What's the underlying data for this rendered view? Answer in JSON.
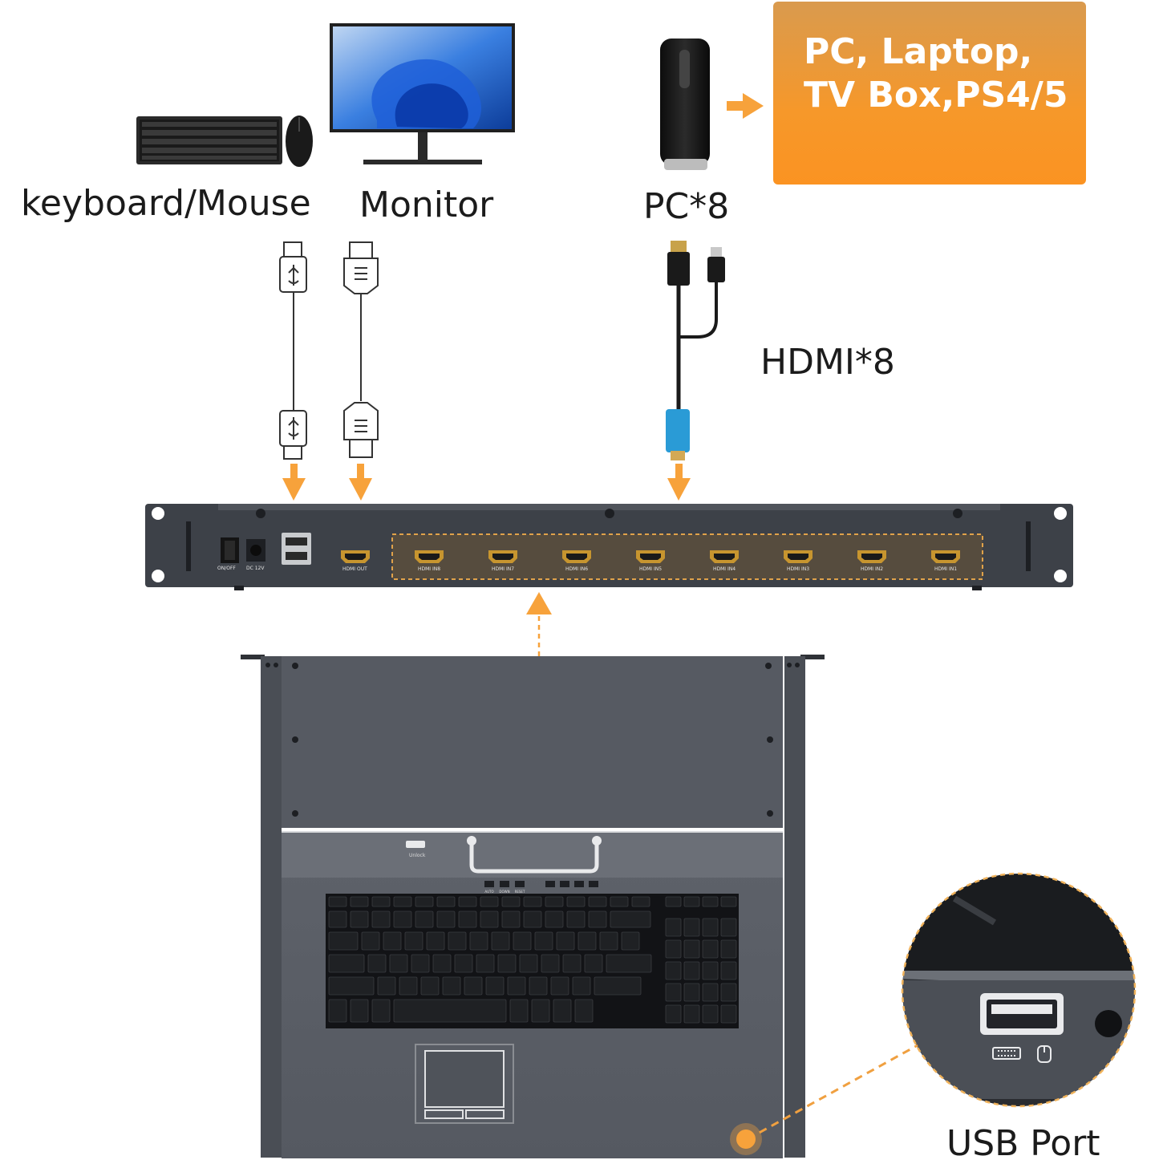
{
  "labels": {
    "keyboard_mouse": "keyboard/Mouse",
    "monitor": "Monitor",
    "pc": "PC*8",
    "hdmi": "HDMI*8",
    "usb_port": "USB Port"
  },
  "devices_box": {
    "line1": "PC, Laptop,",
    "line2": "TV Box,PS4/5"
  },
  "kvm_panel": {
    "power_label": "ON/OFF",
    "dc_label": "DC 12V",
    "hdmi_out_label": "HDMI OUT",
    "hdmi_inputs": [
      "HDMI IN8",
      "HDMI IN7",
      "HDMI IN6",
      "HDMI IN5",
      "HDMI IN4",
      "HDMI IN3",
      "HDMI IN2",
      "HDMI IN1"
    ]
  },
  "console": {
    "unlock_label": "Unlock",
    "buttons": [
      "AUTO",
      "DOWN",
      "RESET"
    ]
  },
  "colors": {
    "accent": "#f6982a",
    "arrow": "#f7a23b",
    "panel": "#3d4148",
    "drawer": "#585c64"
  }
}
